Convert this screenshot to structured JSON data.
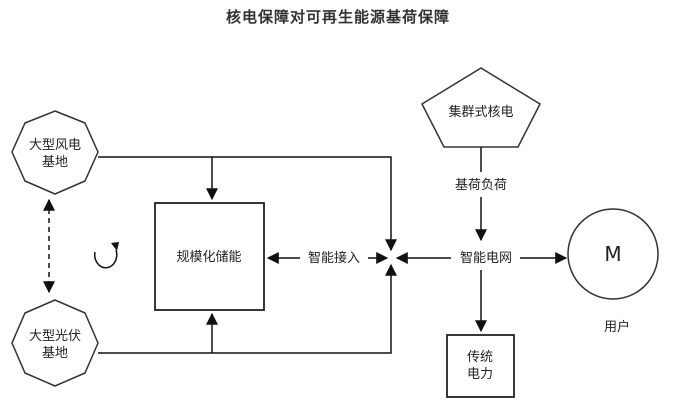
{
  "title": "核电保障对可再生能源基荷保障",
  "nodes": {
    "wind": {
      "line1": "大型风电",
      "line2": "基地"
    },
    "solar": {
      "line1": "大型光伏",
      "line2": "基地"
    },
    "nuclear": "集群式核电",
    "storage": "规模化储能",
    "traditional": {
      "line1": "传统",
      "line2": "电力"
    },
    "user_symbol": "M",
    "user_label": "用户"
  },
  "edges": {
    "base_load": "基荷负荷",
    "smart_access": "智能接入",
    "smart_grid": "智能电网"
  }
}
